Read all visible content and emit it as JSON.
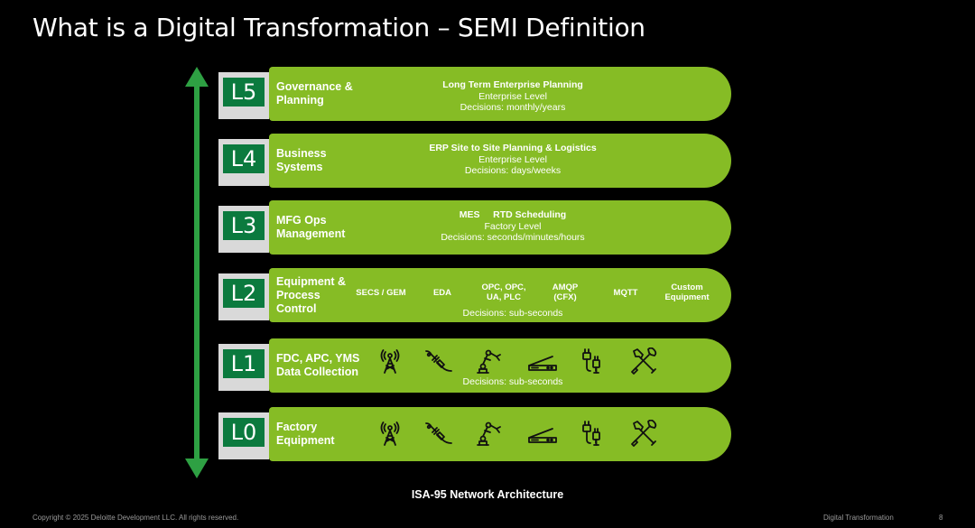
{
  "title": "What is a Digital Transformation – SEMI Definition",
  "levels": {
    "l5": {
      "badge": "L5",
      "name": "Governance & Planning",
      "line1": "Long Term Enterprise Planning",
      "line2": "Enterprise Level",
      "line3": "Decisions: monthly/years"
    },
    "l4": {
      "badge": "L4",
      "name": "Business Systems",
      "line1": "ERP Site to Site Planning & Logistics",
      "line2": "Enterprise Level",
      "line3": "Decisions: days/weeks"
    },
    "l3": {
      "badge": "L3",
      "name": "MFG Ops Management",
      "line1a": "MES",
      "line1b": "RTD Scheduling",
      "line2": "Factory Level",
      "line3": "Decisions: seconds/minutes/hours"
    },
    "l2": {
      "badge": "L2",
      "name": "Equipment & Process Control",
      "protocols": [
        "SECS / GEM",
        "EDA",
        "OPC, OPC, UA, PLC",
        "AMQP (CFX)",
        "MQTT",
        "Custom Equipment"
      ],
      "decisions": "Decisions: sub-seconds"
    },
    "l1": {
      "badge": "L1",
      "name": "FDC, APC, YMS Data Collection",
      "decisions": "Decisions: sub-seconds"
    },
    "l0": {
      "badge": "L0",
      "name": "Factory Equipment"
    }
  },
  "icons": [
    "antenna-tower-icon",
    "plug-connector-icon",
    "robot-arm-icon",
    "network-device-icon",
    "cable-connectors-icon",
    "tools-icon"
  ],
  "caption": "ISA-95 Network Architecture",
  "footer": {
    "copyright": "Copyright © 2025 Deloitte Development LLC. All rights reserved.",
    "section": "Digital Transformation",
    "page": "8"
  },
  "colors": {
    "pill": "#86bc25",
    "badge": "#0b7a3e",
    "badge_box": "#d9d9d9",
    "arrow": "#2ea043",
    "background": "#000000"
  }
}
